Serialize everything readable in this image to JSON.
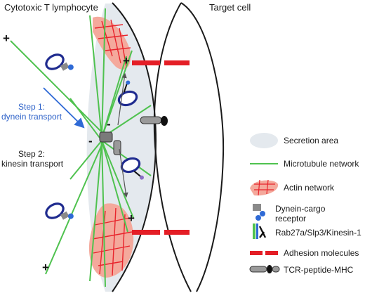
{
  "titles": {
    "left": "Cytotoxic T lymphocyte",
    "right": "Target cell"
  },
  "steps": {
    "step1_line1": "Step 1:",
    "step1_line2": "dynein transport",
    "step2_line1": "Step 2:",
    "step2_line2": "kinesin transport"
  },
  "signs": {
    "plus": "+",
    "minus": "-"
  },
  "legend": {
    "secretion_area": "Secretion area",
    "microtubule": "Microtubule network",
    "actin": "Actin network",
    "dynein_line1": "Dynein-cargo",
    "dynein_line2": "receptor",
    "rab": "Rab27a/Slp3/Kinesin-1",
    "adhesion": "Adhesion molecules",
    "tcr": "TCR-peptide-MHC"
  },
  "colors": {
    "microtubule": "#4fc24f",
    "actin_fill": "#f4a99c",
    "actin_lines": "#e8242c",
    "secretion": "#e4e9ee",
    "adhesion": "#e41e26",
    "vesicle_ring": "#1f2b8f",
    "dynein": "#2f6ad6",
    "step_text": "#2f63c9"
  }
}
